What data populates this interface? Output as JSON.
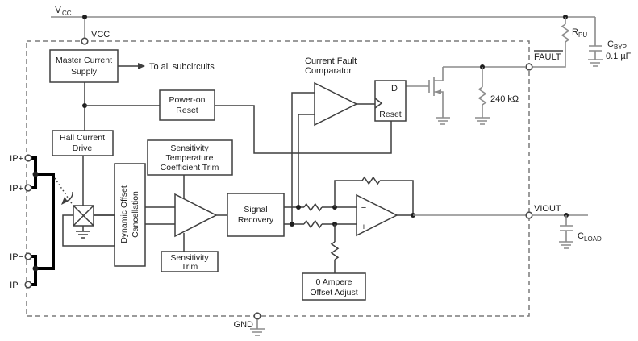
{
  "diagram": {
    "power": {
      "vcc_rail_label": "V",
      "vcc_rail_sub": "CC",
      "vcc_pin_label": "VCC",
      "gnd_pin_label": "GND"
    },
    "pins": {
      "ip_plus_1": "IP+",
      "ip_plus_2": "IP+",
      "ip_minus_1": "IP−",
      "ip_minus_2": "IP−",
      "fault": "FAULT",
      "viout": "VIOUT"
    },
    "components": {
      "rpu": {
        "name": "R",
        "sub": "PU"
      },
      "cbyp": {
        "name": "C",
        "sub": "BYP",
        "value": "0.1 µF"
      },
      "cload": {
        "name": "C",
        "sub": "LOAD"
      },
      "r240": "240 kΩ"
    },
    "blocks": {
      "master_current_supply": [
        "Master Current",
        "Supply"
      ],
      "to_all_subcircuits": "To all subcircuits",
      "power_on_reset": [
        "Power-on",
        "Reset"
      ],
      "hall_current_drive": [
        "Hall Current",
        "Drive"
      ],
      "sensitivity_tc_trim": [
        "Sensitivity",
        "Temperature",
        "Coefficient Trim"
      ],
      "sensitivity_trim": [
        "Sensitivity",
        "Trim"
      ],
      "dynamic_offset_cancellation": [
        "Dynamic Offset",
        "Cancellation"
      ],
      "signal_recovery": [
        "Signal",
        "Recovery"
      ],
      "current_fault_comparator": [
        "Current Fault",
        "Comparator"
      ],
      "zero_ampere_offset": [
        "0 Ampere",
        "Offset Adjust"
      ],
      "latch": {
        "d": "D",
        "reset": "Reset"
      },
      "opamp": {
        "minus": "−",
        "plus": "+"
      }
    },
    "colors": {
      "line_dark": "#3f3f3f",
      "line_gray": "#8c8c8c",
      "bus": "#000000",
      "text": "#1c1c1c",
      "background": "#ffffff"
    }
  }
}
